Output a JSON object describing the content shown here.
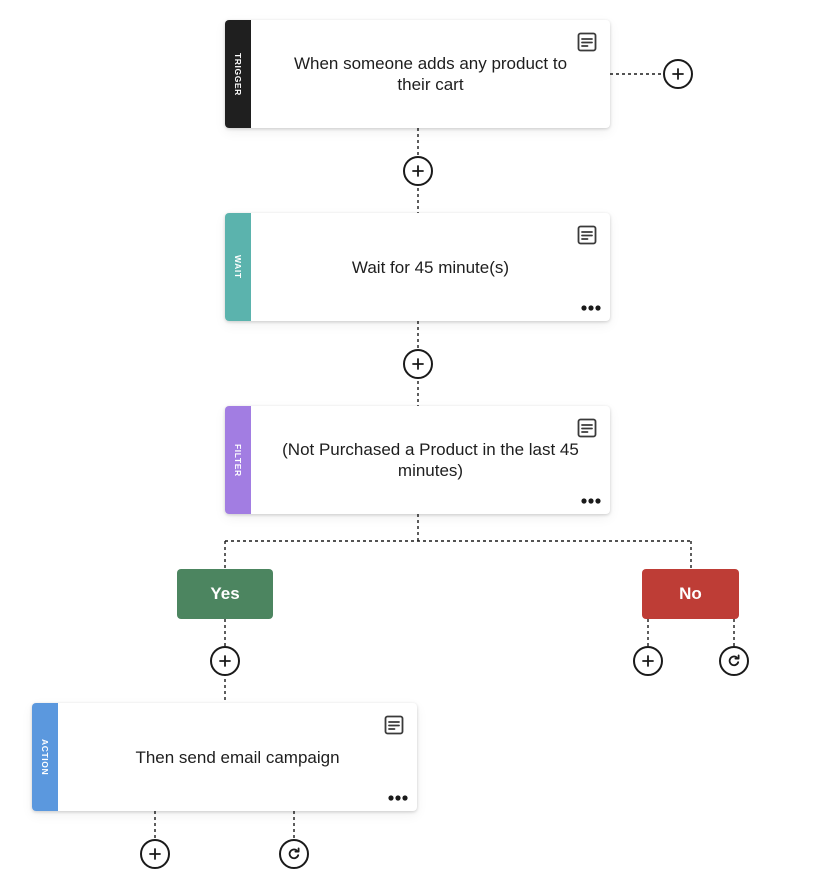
{
  "colors": {
    "trigger": "#1f1f1f",
    "wait": "#5bb3ad",
    "filter": "#a27de2",
    "action": "#5b98de",
    "yes": "#4c8560",
    "no": "#be3d36"
  },
  "nodes": {
    "trigger": {
      "tag": "TRIGGER",
      "text": "When someone adds any product to their cart"
    },
    "wait": {
      "tag": "WAIT",
      "text": "Wait for 45 minute(s)"
    },
    "filter": {
      "tag": "FILTER",
      "text": "(Not Purchased a Product in the last 45 minutes)"
    },
    "action": {
      "tag": "ACTION",
      "text": "Then send email campaign"
    }
  },
  "branches": {
    "yes": "Yes",
    "no": "No"
  },
  "icons": {
    "note": "note-icon",
    "more": "more-icon",
    "add": "plus-icon",
    "loop": "refresh-icon"
  }
}
